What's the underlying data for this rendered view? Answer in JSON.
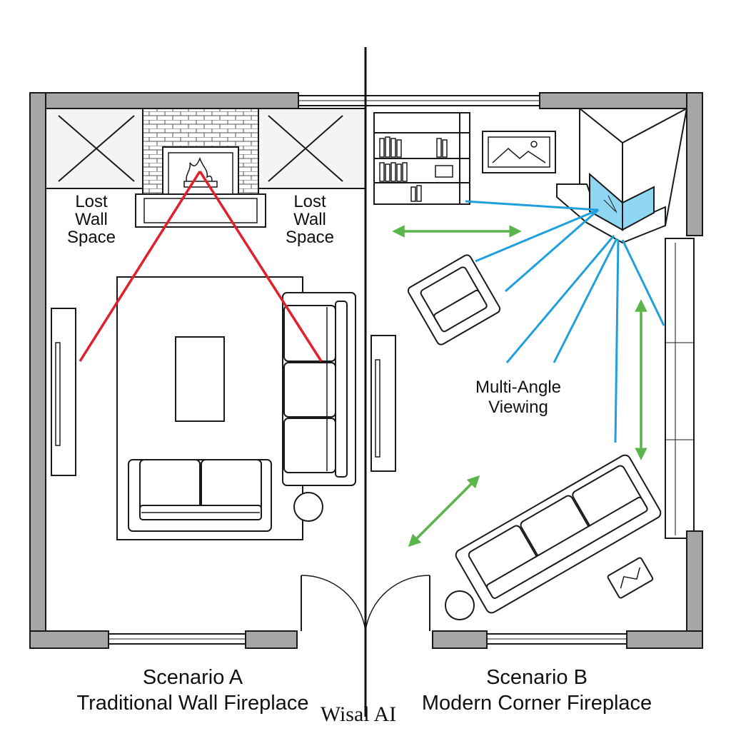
{
  "scenario_a": {
    "lost_space_left": [
      "Lost",
      "Wall",
      "Space"
    ],
    "lost_space_right": [
      "Lost",
      "Wall",
      "Space"
    ],
    "caption_line1": "Scenario A",
    "caption_line2": "Traditional Wall Fireplace"
  },
  "scenario_b": {
    "viewing_label": [
      "Multi-Angle",
      "Viewing"
    ],
    "caption_line1": "Scenario B",
    "caption_line2": "Modern Corner Fireplace"
  },
  "watermark": "Wisal AI",
  "colors": {
    "wall": "#a6a6a6",
    "sightline_a": "#e0202a",
    "sightline_b": "#1fa0dc",
    "space_arrow": "#5ab54a",
    "glass": "#8fd6f2",
    "line": "#1a1a1a"
  },
  "icons": {
    "fireplace": "brick-fireplace-icon",
    "corner_fireplace": "corner-fireplace-icon",
    "door": "door-swing-icon",
    "window": "window-icon"
  }
}
